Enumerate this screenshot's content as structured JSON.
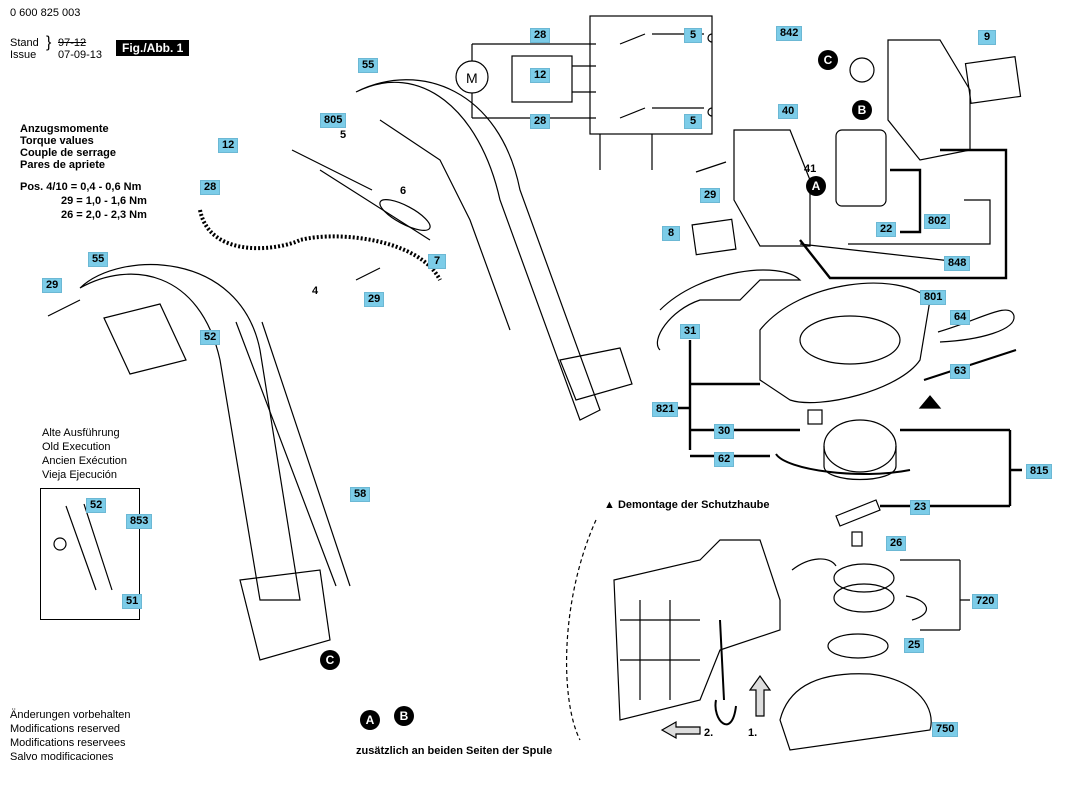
{
  "header": {
    "code": "0 600 825 003",
    "stand_label": "Stand",
    "issue_label": "Issue",
    "stand_value": "97-12",
    "issue_value": "07-09-13",
    "figure_label": "Fig./Abb. 1"
  },
  "torque": {
    "lines": [
      "Anzugsmomente",
      "Torque values",
      "Couple de serrage",
      "Pares de apriete"
    ],
    "values": [
      "Pos. 4/10 = 0,4 - 0,6 Nm",
      "29 = 1,0 - 1,6 Nm",
      "26 = 2,0 - 2,3 Nm"
    ]
  },
  "old_version": {
    "lines": [
      "Alte Ausführung",
      "Old Execution",
      "Ancien Exécution",
      "Vieja Ejecución"
    ]
  },
  "modifications": {
    "lines": [
      "Änderungen vorbehalten",
      "Modifications reserved",
      "Modifications reservees",
      "Salvo modificaciones"
    ]
  },
  "notes": {
    "demontage": "▲ Demontage der Schutzhaube",
    "spule": "zusätzlich an beiden Seiten der Spule",
    "step1": "1.",
    "step2": "2.",
    "motor": "M"
  },
  "part_labels": {
    "p55a": "55",
    "p55b": "55",
    "p805": "805",
    "p5a": "5",
    "p6": "6",
    "p12a": "12",
    "p28a": "28",
    "p7": "7",
    "p29a": "29",
    "p29b": "29",
    "p4": "4",
    "p52a": "52",
    "p58": "58",
    "p52b": "52",
    "p853": "853",
    "p51": "51",
    "p28b": "28",
    "p28c": "28",
    "p12b": "12",
    "p5b": "5",
    "p5c": "5",
    "p842": "842",
    "p9": "9",
    "p40": "40",
    "p41": "41",
    "p29c": "29",
    "p22": "22",
    "p8": "8",
    "p802": "802",
    "p848": "848",
    "p801": "801",
    "p64": "64",
    "p31": "31",
    "p63": "63",
    "p821": "821",
    "p30": "30",
    "p62": "62",
    "p815": "815",
    "p23": "23",
    "p26": "26",
    "p720": "720",
    "p25": "25",
    "p750": "750"
  },
  "circle_labels": {
    "a1": "A",
    "b1": "B",
    "c1": "C",
    "a2": "A",
    "b2": "B",
    "c2": "C"
  }
}
